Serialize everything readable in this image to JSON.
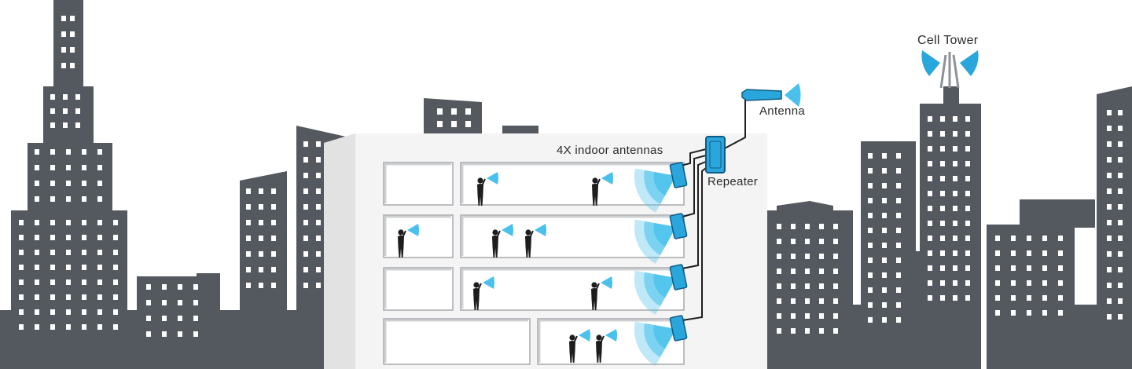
{
  "labels": {
    "cell_tower": "Cell Tower",
    "antenna": "Antenna",
    "indoor_antennas": "4X indoor antennas",
    "repeater": "Repeater"
  },
  "colors": {
    "skyline": "#54585f",
    "window": "#ffffff",
    "building": "#f4f4f4",
    "building_side": "#e2e2e2",
    "room_border": "#a7a9ad",
    "device": "#29a6dc",
    "device_dark": "#0f5a85",
    "signal": "#49c1ec",
    "person": "#1d1d1d",
    "cable": "#1f1f1f"
  },
  "icons": [
    "cell-tower-icon",
    "antenna-icon",
    "repeater-icon",
    "indoor-antenna-icon",
    "person-icon",
    "signal-wave-icon"
  ]
}
